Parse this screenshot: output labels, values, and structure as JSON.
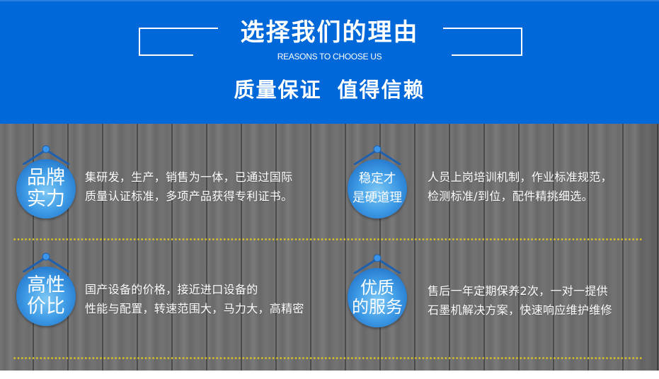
{
  "header": {
    "title": "选择我们的理由",
    "subtitle": "REASONS TO CHOOSE US",
    "slogan": "质量保证  值得信赖",
    "background_color": "#0068d9"
  },
  "features": [
    {
      "badge_lines": [
        "品牌",
        "实力"
      ],
      "desc_lines": [
        "集研发，生产，销售为一体，已通过国际",
        "质量认证标准，多项产品获得专利证书。"
      ]
    },
    {
      "badge_lines": [
        "稳定才",
        "是硬道理"
      ],
      "desc_lines": [
        "人员上岗培训机制，作业标准规范，",
        "检测标准/到位，配件精挑细选。"
      ]
    },
    {
      "badge_lines": [
        "高性",
        "价比"
      ],
      "desc_lines": [
        "国产设备的价格，接近进口设备的",
        "性能与配置，转速范围大，马力大，高精密"
      ]
    },
    {
      "badge_lines": [
        "优质",
        "的服务"
      ],
      "desc_lines": [
        "售后一年定期保养2次，一对一提供",
        "石墨机解决方案，快速响应维护维修"
      ]
    }
  ],
  "colors": {
    "badge_blue": "#3f9ce6",
    "divider_dots": "#d9c22a",
    "wood_gray": "#6e6e6e"
  }
}
